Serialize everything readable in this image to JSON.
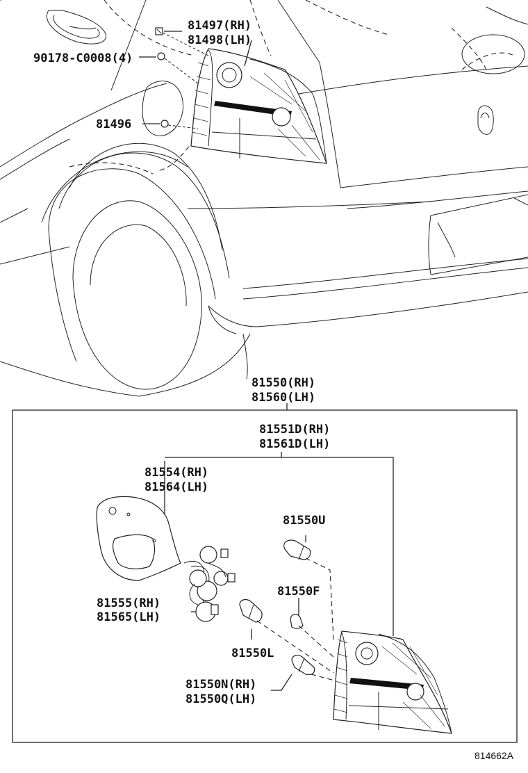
{
  "labels": {
    "p81497": "81497(RH)",
    "p81498": "81498(LH)",
    "p90178": "90178-C0008(4)",
    "p81496": "81496",
    "p81550": "81550(RH)",
    "p81560": "81560(LH)",
    "p81551d": "81551D(RH)",
    "p81561d": "81561D(LH)",
    "p81554": "81554(RH)",
    "p81564": "81564(LH)",
    "p81550u": "81550U",
    "p81550f": "81550F",
    "p81555": "81555(RH)",
    "p81565": "81565(LH)",
    "p81550l": "81550L",
    "p81550n": "81550N(RH)",
    "p81550q": "81550Q(LH)"
  },
  "diagram_code": "814662A"
}
